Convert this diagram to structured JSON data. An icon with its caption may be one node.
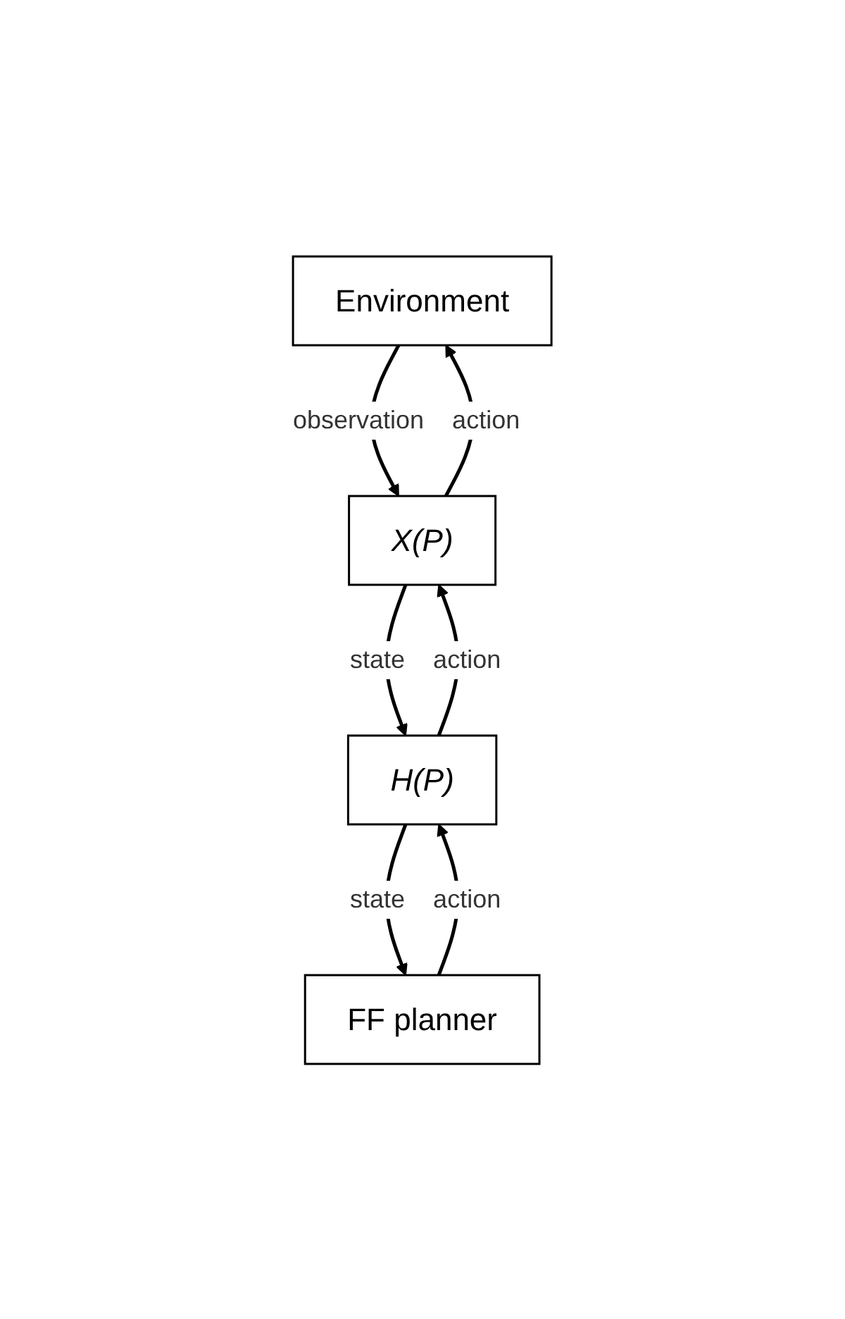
{
  "diagram": {
    "nodes": [
      {
        "text": [
          "Environment"
        ]
      },
      {
        "text": [
          "X(P)"
        ]
      },
      {
        "text": [
          "H(P)"
        ]
      },
      {
        "text": [
          "FF planner"
        ]
      }
    ],
    "edges": [
      {
        "from": 1,
        "to": 0,
        "arrow": "to",
        "label": "action"
      },
      {
        "from": 0,
        "to": 1,
        "arrow": "to",
        "label": "observation"
      },
      {
        "from": 1,
        "to": 2,
        "arrow": "to",
        "label": "state"
      },
      {
        "from": 2,
        "to": 1,
        "arrow": "to",
        "label": "action"
      },
      {
        "from": 2,
        "to": 3,
        "arrow": "to",
        "label": "state"
      },
      {
        "from": 3,
        "to": 2,
        "arrow": "to",
        "label": "action"
      }
    ]
  }
}
